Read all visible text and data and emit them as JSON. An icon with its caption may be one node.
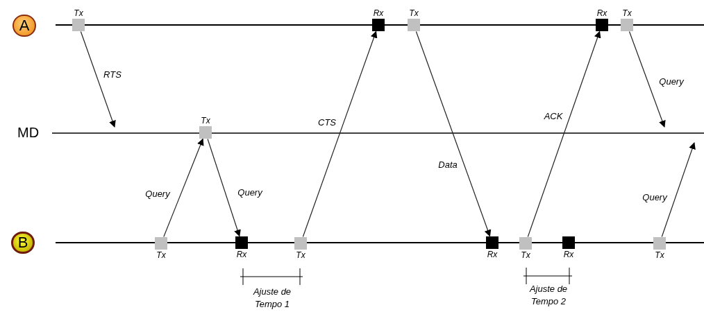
{
  "diagram": {
    "nodes": [
      {
        "text": [
          "A"
        ]
      },
      {
        "text": [
          "Tx"
        ]
      },
      {
        "text": [
          "Rx"
        ]
      },
      {
        "text": [
          "Tx"
        ]
      },
      {
        "text": [
          "Rx"
        ]
      },
      {
        "text": [
          "Tx"
        ]
      },
      {
        "text": [
          "MD"
        ]
      },
      {
        "text": [
          "Tx"
        ]
      },
      {
        "text": [
          "B"
        ]
      },
      {
        "text": [
          "Tx"
        ]
      },
      {
        "text": [
          "Rx"
        ]
      },
      {
        "text": [
          "Tx"
        ]
      },
      {
        "text": [
          "Rx"
        ]
      },
      {
        "text": [
          "Tx"
        ]
      },
      {
        "text": [
          "Rx"
        ]
      },
      {
        "text": [
          "Tx"
        ]
      }
    ],
    "edges": [
      {
        "from": 1,
        "to": null,
        "arrow": "to",
        "label": "RTS"
      },
      {
        "from": 9,
        "to": 7,
        "arrow": "to",
        "label": "Query"
      },
      {
        "from": 7,
        "to": 10,
        "arrow": "to",
        "label": "Query"
      },
      {
        "from": 11,
        "to": 2,
        "arrow": "to",
        "label": "CTS"
      },
      {
        "from": 3,
        "to": 12,
        "arrow": "to",
        "label": "Data"
      },
      {
        "from": 13,
        "to": 4,
        "arrow": "to",
        "label": "ACK"
      },
      {
        "from": 5,
        "to": null,
        "arrow": "to",
        "label": "Query"
      },
      {
        "from": 15,
        "to": null,
        "arrow": "to",
        "label": "Query"
      }
    ],
    "labels": [
      "Ajuste de Tempo 1",
      "Ajuste de Tempo 2"
    ]
  }
}
